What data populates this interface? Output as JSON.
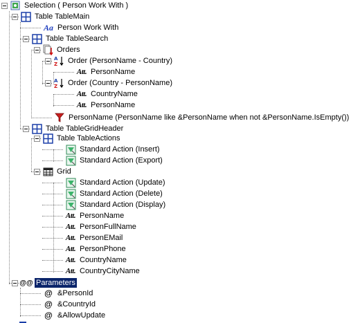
{
  "tree": {
    "selection": "Selection ( Person Work With )",
    "table_main": "Table TableMain",
    "person_work_with": "Person Work With",
    "table_search": "Table TableSearch",
    "orders": "Orders",
    "order1": "Order (PersonName - Country)",
    "order1_attr1": "PersonName",
    "order2": "Order (Country - PersonName)",
    "order2_attr1": "CountryName",
    "order2_attr2": "PersonName",
    "filter": "PersonName (PersonName like &PersonName when not &PersonName.IsEmpty())",
    "table_grid_header": "Table TableGridHeader",
    "table_actions": "Table TableActions",
    "action_insert": "Standard Action (Insert)",
    "action_export": "Standard Action (Export)",
    "grid": "Grid",
    "action_update": "Standard Action (Update)",
    "action_delete": "Standard Action (Delete)",
    "action_display": "Standard Action (Display)",
    "grid_attr1": "PersonName",
    "grid_attr2": "PersonFullName",
    "grid_attr3": "PersonEMail",
    "grid_attr4": "PersonPhone",
    "grid_attr5": "CountryName",
    "grid_attr6": "CountryCityName",
    "parameters": "Parameters",
    "param1": "&PersonId",
    "param2": "&CountryId",
    "param3": "&AllowUpdate"
  },
  "glyphs": {
    "attribute": "Att.",
    "at_sign": "@",
    "parameters_icon": "@@",
    "text_icon": "Aa"
  },
  "colors": {
    "selection_bg": "#0a246a",
    "table_icon": "#1b3fa8",
    "action_icon": "#2e8b57",
    "filter_icon": "#c81e1e"
  }
}
